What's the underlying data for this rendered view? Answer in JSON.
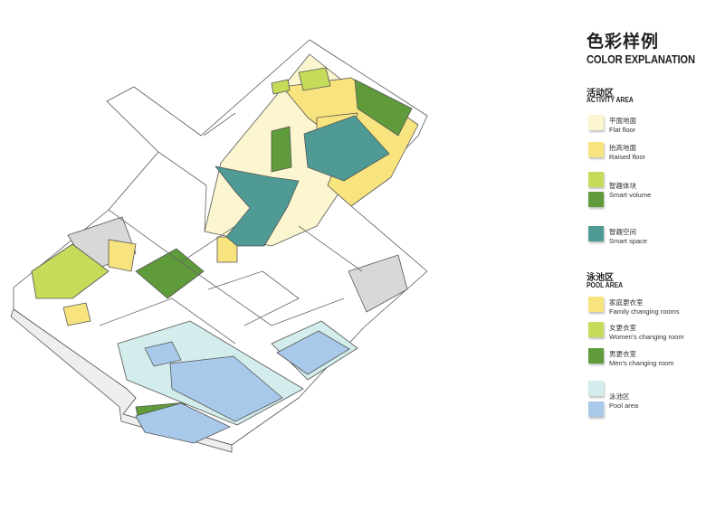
{
  "legend": {
    "title_cn": "色彩样例",
    "title_en": "COLOR EXPLANATION",
    "sections": [
      {
        "title_cn": "活动区",
        "title_en": "ACTIVITY AREA",
        "items": [
          {
            "cn": "平面地面",
            "en": "Flat floor",
            "colors": [
              "#fbf6cf"
            ]
          },
          {
            "cn": "抬高地面",
            "en": "Raised floor",
            "colors": [
              "#f8e47f"
            ]
          },
          {
            "cn": "智趣体块",
            "en": "Smart volume",
            "colors": [
              "#c4dc5a",
              "#5f9a3b"
            ]
          },
          {
            "cn": "智趣空间",
            "en": "Smart space",
            "colors": [
              "#4f9a94"
            ]
          }
        ]
      },
      {
        "title_cn": "泳池区",
        "title_en": "POOL AREA",
        "items": [
          {
            "cn": "家庭更衣室",
            "en": "Family changing rooms",
            "colors": [
              "#f8e47f"
            ]
          },
          {
            "cn": "女更衣室",
            "en": "Women's changing room",
            "colors": [
              "#c4dc5a"
            ]
          },
          {
            "cn": "男更衣室",
            "en": "Men's changing room",
            "colors": [
              "#5f9a3b"
            ]
          },
          {
            "cn": "泳池区",
            "en": "Pool area",
            "colors": [
              "#d3ecec",
              "#a9c9ea"
            ]
          }
        ]
      }
    ]
  }
}
